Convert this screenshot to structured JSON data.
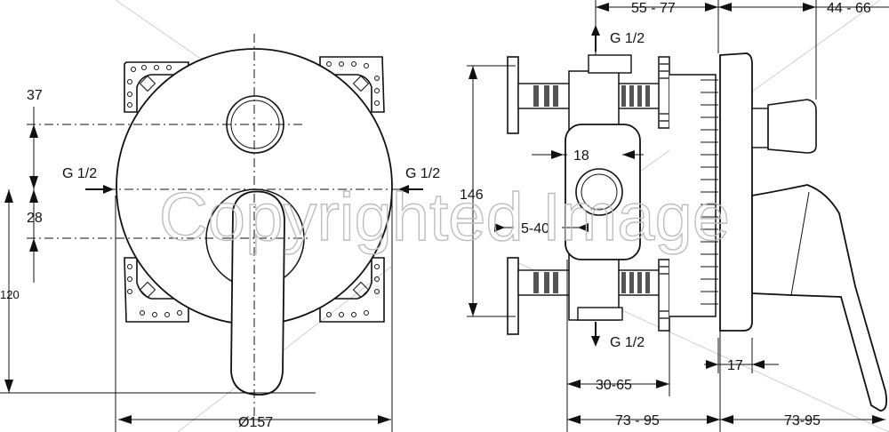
{
  "dimensions": {
    "front_top_offset": "37",
    "front_left_inlet": "G 1/2",
    "front_right_inlet": "G 1/2",
    "front_mid_offset": "28",
    "front_height": "120",
    "front_diameter": "Ø157",
    "side_top_range": "55 - 77",
    "side_top_right_range": "44 - 66",
    "side_top_port": "G 1/2",
    "side_height": "146",
    "side_port_width": "18",
    "side_inner_range": "5-40",
    "side_bottom_port": "G 1/2",
    "side_bottom_offset": "17",
    "side_base_range": "30-65",
    "side_total_range": "73 - 95",
    "handle_range": "73-95"
  },
  "watermark": "Copyrighted Image"
}
